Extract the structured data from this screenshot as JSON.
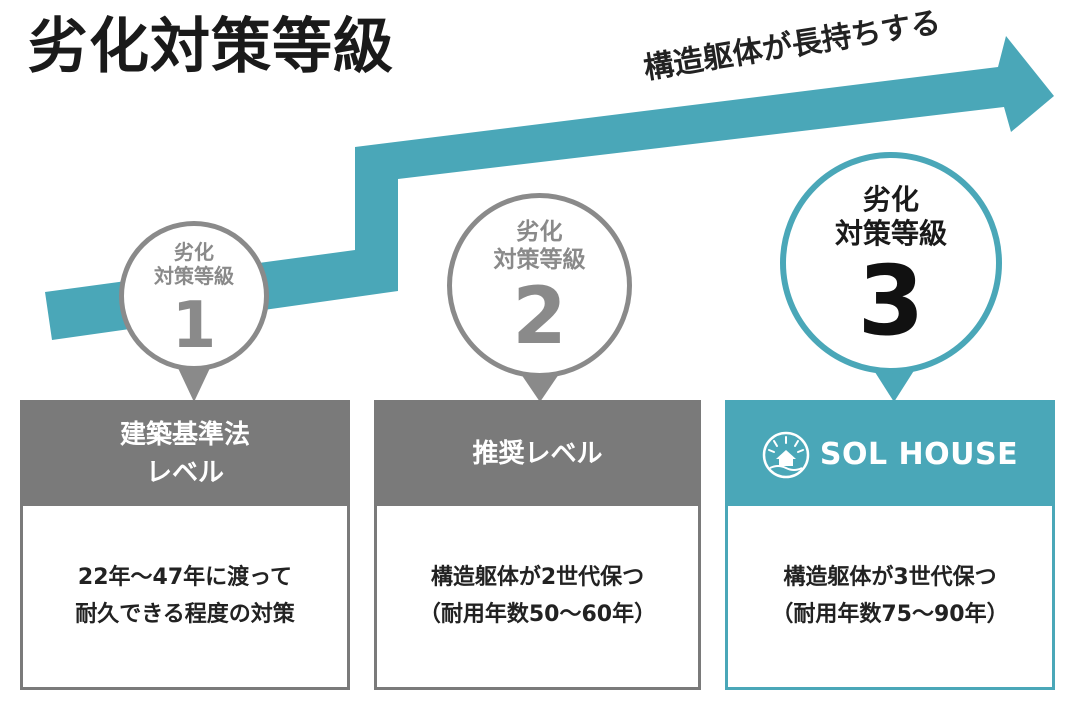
{
  "title": "劣化対策等級",
  "arrow_label": "構造躯体が長持ちする",
  "colors": {
    "teal": "#4aa7b8",
    "gray": "#7a7a7a",
    "gray_light": "#8a8a8a"
  },
  "badges": [
    {
      "label_line1": "劣化",
      "label_line2": "対策等級",
      "number": "1"
    },
    {
      "label_line1": "劣化",
      "label_line2": "対策等級",
      "number": "2"
    },
    {
      "label_line1": "劣化",
      "label_line2": "対策等級",
      "number": "3"
    }
  ],
  "cards": [
    {
      "head_line1": "建築基準法",
      "head_line2": "レベル",
      "body_line1": "22年～47年に渡って",
      "body_line2": "耐久できる程度の対策"
    },
    {
      "head_line1": "推奨レベル",
      "body_line1": "構造躯体が2世代保つ",
      "body_line2": "（耐用年数50～60年）"
    },
    {
      "brand": "SOL HOUSE",
      "logo_icon": "sun-house-logo-icon",
      "body_line1": "構造躯体が3世代保つ",
      "body_line2": "（耐用年数75～90年）"
    }
  ]
}
